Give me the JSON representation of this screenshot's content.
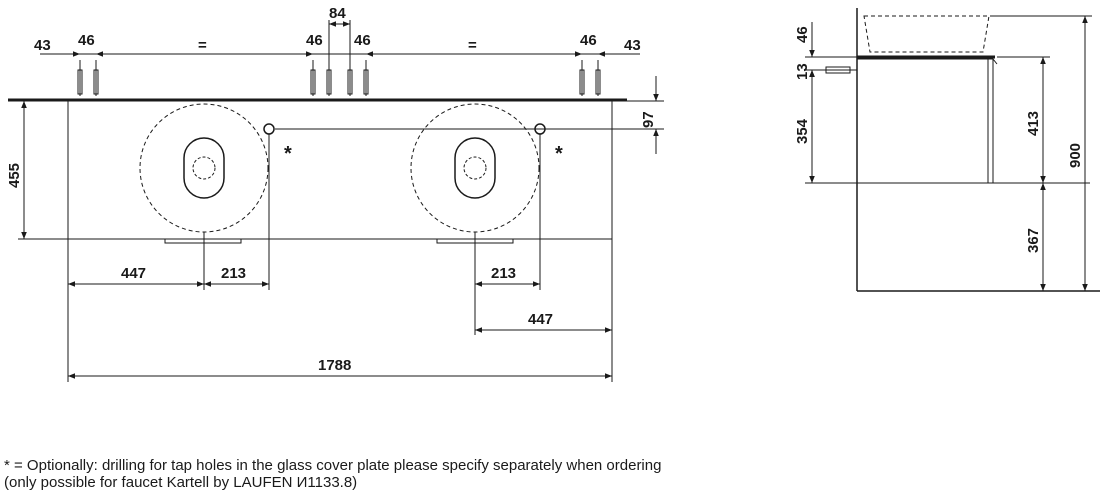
{
  "front_view": {
    "top_dims": {
      "left_outer": "43",
      "left_tap_spacing": "46",
      "left_equal": "=",
      "center_spacing": "84",
      "center_left_tap": "46",
      "center_right_tap": "46",
      "right_equal": "=",
      "right_tap_spacing": "46",
      "right_outer": "43"
    },
    "height_left": "455",
    "top_offset_right": "97",
    "bottom_dims": {
      "left_width": "447",
      "left_tap_offset": "213",
      "right_tap_offset": "213",
      "right_width": "447",
      "total_width": "1788"
    },
    "tap_hole_marker": "*"
  },
  "side_view": {
    "dim_top_cover": "46",
    "dim_plate": "13",
    "dim_drawer_upper": "354",
    "dim_drawer_total": "413",
    "dim_base": "367",
    "dim_total_height": "900"
  },
  "footnote": {
    "line1": "* = Optionally: drilling for tap holes in the glass cover plate please specify separately when ordering",
    "line2": "(only possible for faucet Kartell by LAUFEN И1133.8)"
  },
  "colors": {
    "line": "#1a1a1a",
    "background": "#ffffff"
  }
}
